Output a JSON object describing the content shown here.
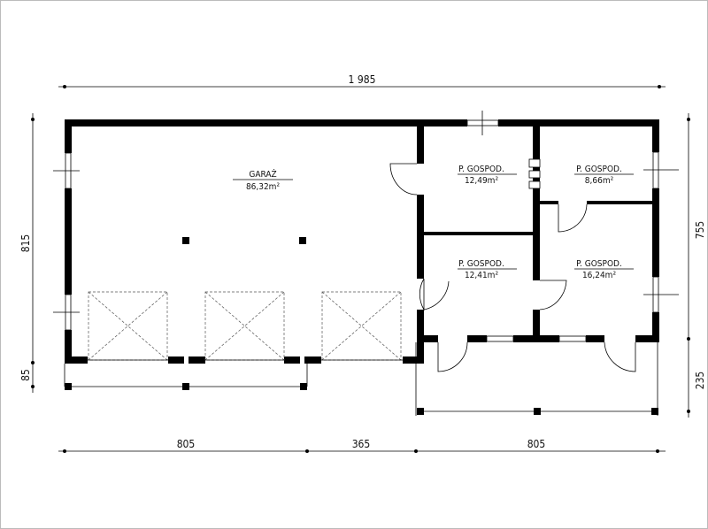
{
  "dimensions": {
    "total_width": "1 985",
    "left_height": "815",
    "left_overhang": "85",
    "right_height": "755",
    "right_overhang": "235",
    "bottom_left": "805",
    "bottom_middle": "365",
    "bottom_right": "805"
  },
  "rooms": [
    {
      "name": "GARAŻ",
      "area": "86,32m²"
    },
    {
      "name": "P. GOSPOD.",
      "area": "12,49m²"
    },
    {
      "name": "P. GOSPOD.",
      "area": "8,66m²"
    },
    {
      "name": "P. GOSPOD.",
      "area": "12,41m²"
    },
    {
      "name": "P. GOSPOD.",
      "area": "16,24m²"
    }
  ],
  "colors": {
    "wall": "#000000",
    "background": "#ffffff"
  }
}
